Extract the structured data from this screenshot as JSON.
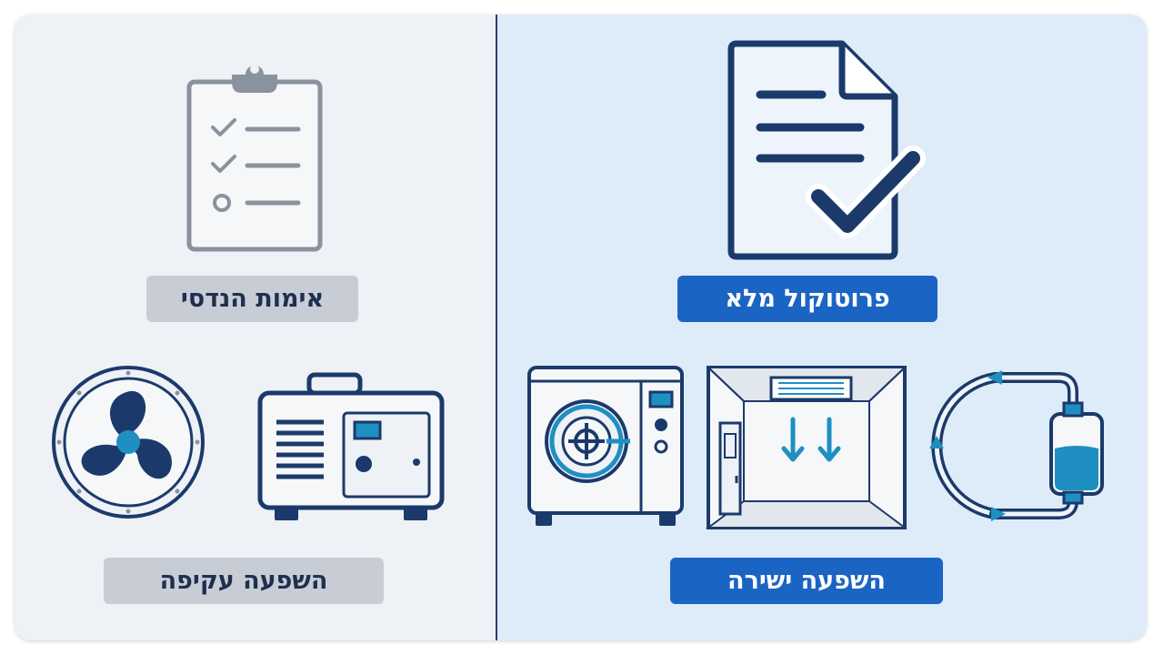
{
  "left_panel": {
    "top_label": "אימות הנדסי",
    "bottom_label": "השפעה עקיפה",
    "icons": [
      "clipboard-checklist-icon",
      "fan-icon",
      "hvac-unit-icon"
    ]
  },
  "right_panel": {
    "top_label": "פרוטוקול מלא",
    "bottom_label": "השפעה ישירה",
    "icons": [
      "document-check-icon",
      "autoclave-icon",
      "cleanroom-icon",
      "fluid-loop-icon"
    ]
  },
  "colors": {
    "navy": "#1b3a6b",
    "gray_icon": "#8a929e",
    "accent_blue": "#1a64c4",
    "teal": "#1f8fc2",
    "left_bg": "#eef1f5",
    "right_bg": "#deebf8"
  }
}
